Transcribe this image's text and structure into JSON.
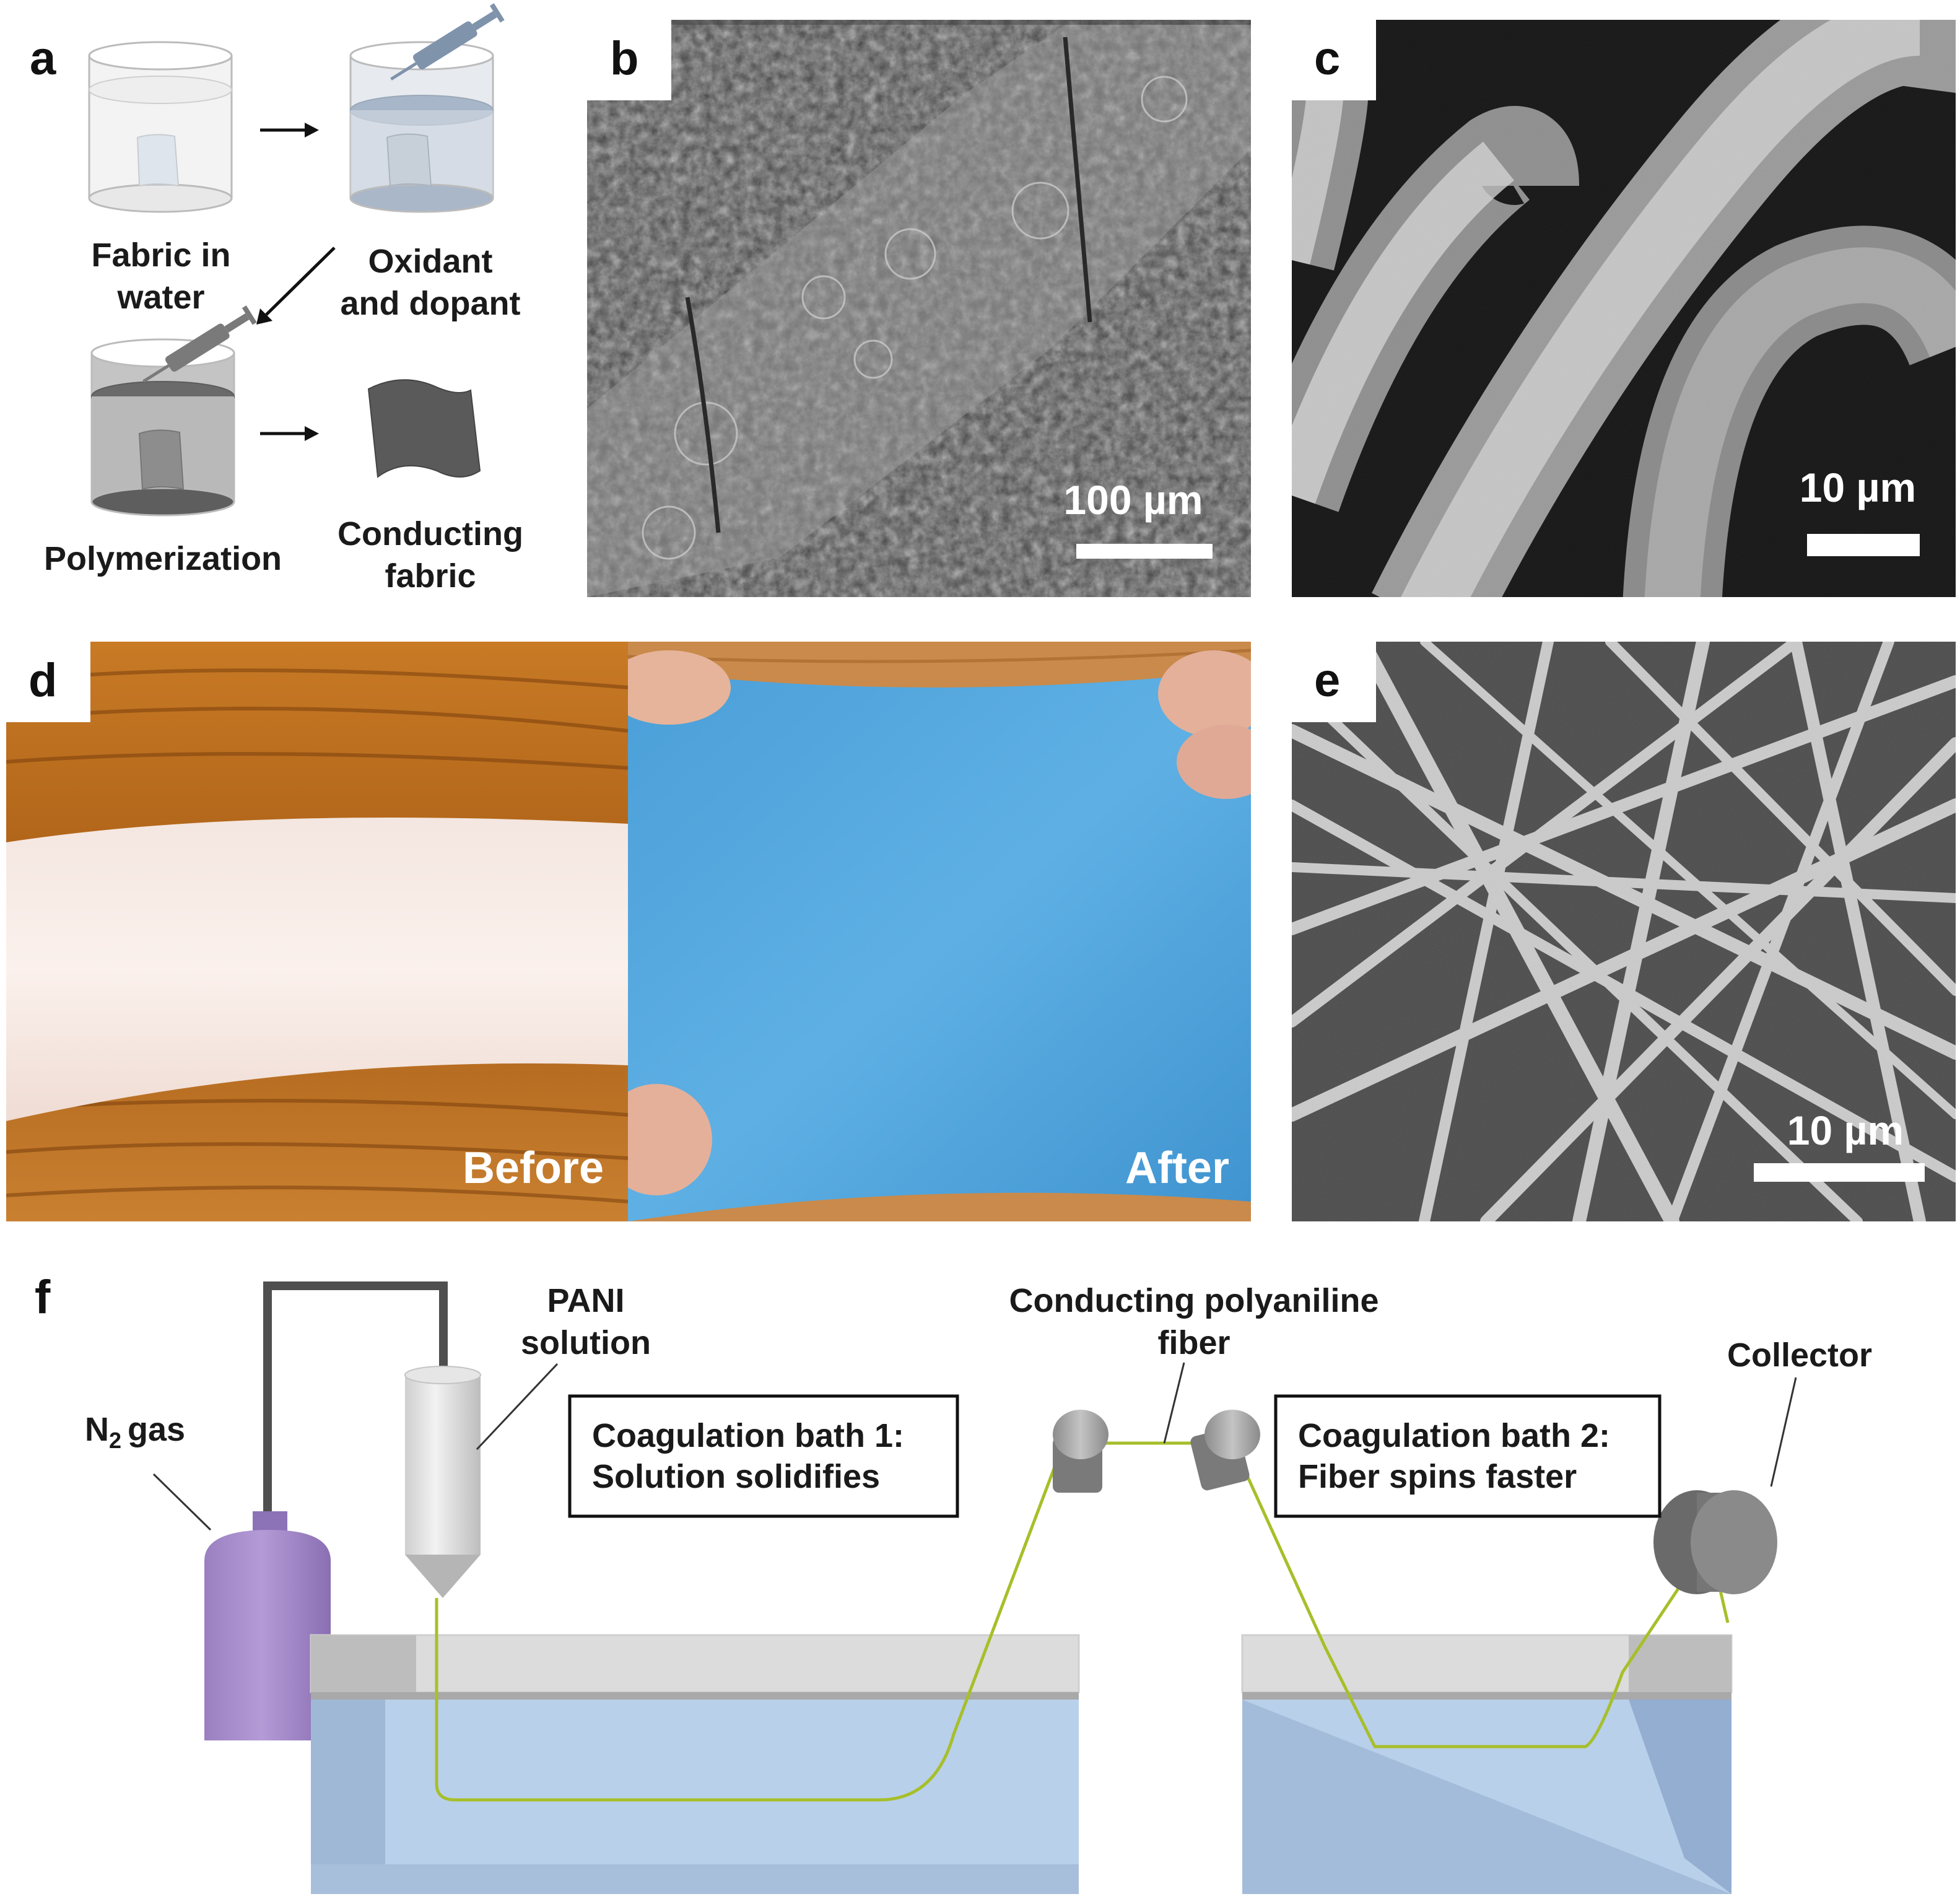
{
  "panels": {
    "a": {
      "letter": "a",
      "steps": {
        "fabric_in_water": [
          "Fabric in",
          "water"
        ],
        "oxidant_and_dopant": [
          "Oxidant",
          "and dopant"
        ],
        "polymerization": [
          "Polymerization"
        ],
        "conducting_fabric": [
          "Conducting",
          "fabric"
        ]
      }
    },
    "b": {
      "letter": "b",
      "scale_bar": "100 µm"
    },
    "c": {
      "letter": "c",
      "scale_bar": "10 µm"
    },
    "d": {
      "letter": "d",
      "before": "Before",
      "after": "After"
    },
    "e": {
      "letter": "e",
      "scale_bar": "10 µm"
    },
    "f": {
      "letter": "f",
      "n2_gas": "gas",
      "n2_symbol": "N",
      "n2_subscript": "2",
      "pani_solution": [
        "PANI",
        "solution"
      ],
      "conducting_fiber": [
        "Conducting polyaniline",
        "fiber"
      ],
      "collector": "Collector",
      "bath1": [
        "Coagulation bath 1:",
        "Solution solidifies"
      ],
      "bath2": [
        "Coagulation bath 2:",
        "Fiber spins faster"
      ]
    }
  },
  "colors": {
    "fabric_blue": "#5aa9de",
    "wood": "#b76a1f",
    "bath_water": "#b9d0ea",
    "fiber": "#a7bf2a",
    "n2_bottle": "#a38bc6"
  }
}
